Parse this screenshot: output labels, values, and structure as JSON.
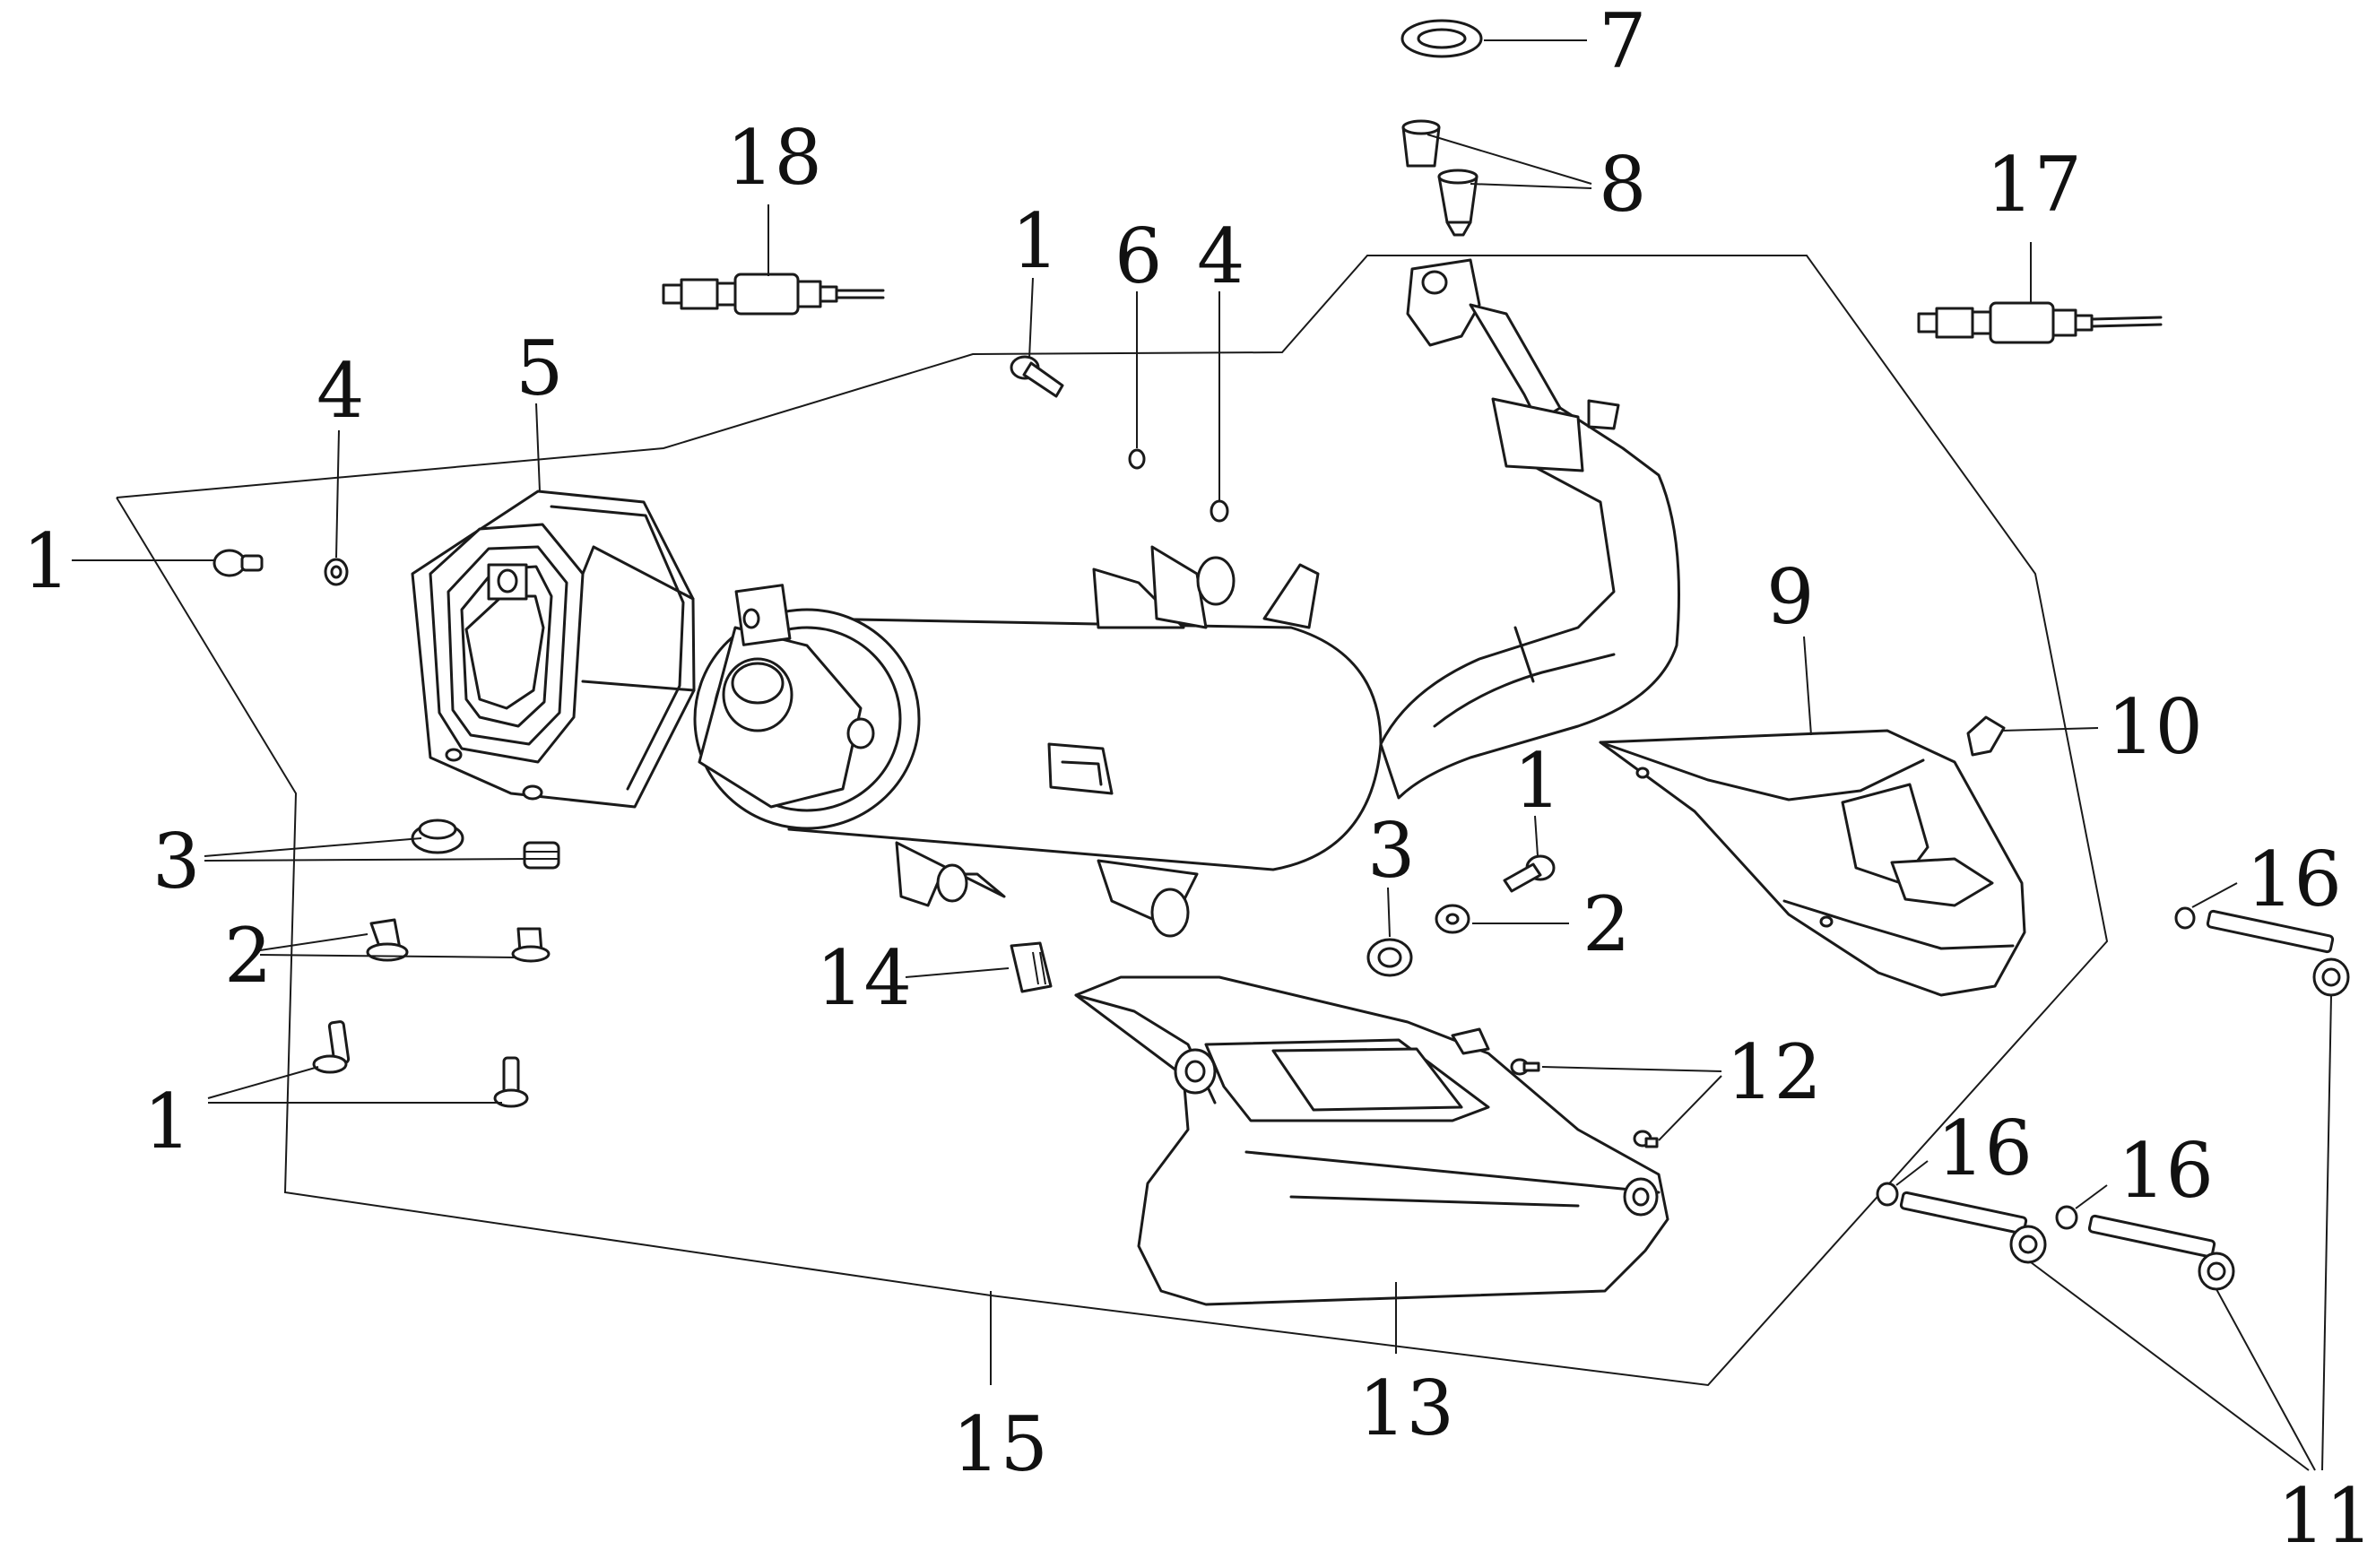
{
  "labels": {
    "l1a": "1",
    "l1b": "1",
    "l1c": "1",
    "l1d": "1",
    "l2a": "2",
    "l2b": "2",
    "l3a": "3",
    "l3b": "3",
    "l4a": "4",
    "l4b": "4",
    "l5": "5",
    "l6": "6",
    "l7": "7",
    "l8": "8",
    "l9": "9",
    "l10": "10",
    "l11": "11",
    "l12": "12",
    "l13": "13",
    "l14": "14",
    "l15": "15",
    "l16a": "16",
    "l16b": "16",
    "l16c": "16",
    "l17": "17",
    "l18": "18"
  }
}
